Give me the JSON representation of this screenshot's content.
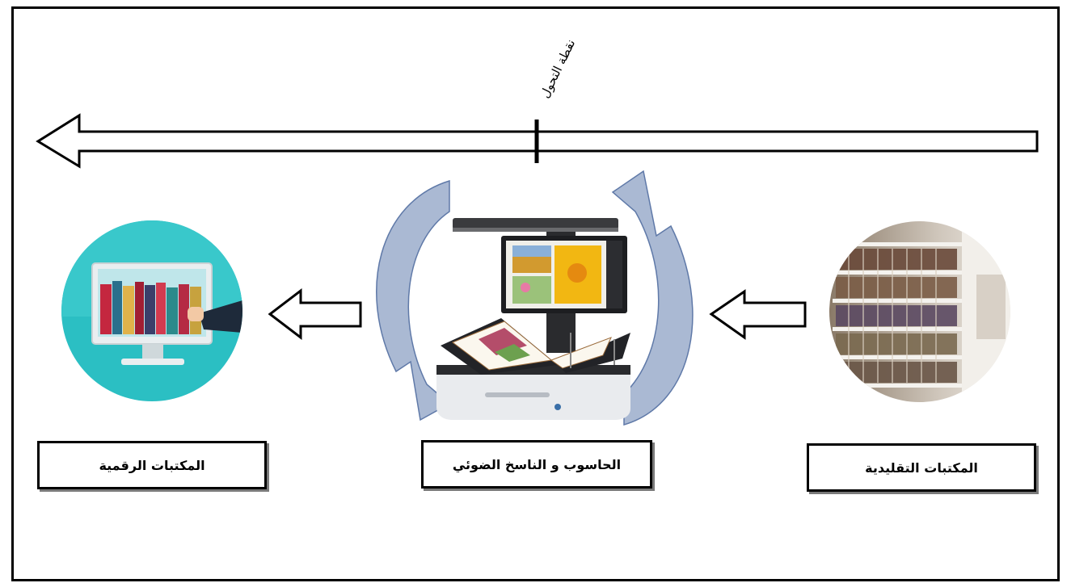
{
  "turning_point_label": "نقطة التحول",
  "stages": {
    "digital": "المكتبات الرقمية",
    "scanner": "الحاسوب و الناسخ الضوئي",
    "traditional": "المكتبات التقليدية"
  },
  "colors": {
    "frame": "#000000",
    "teal_circle": "#2bbfc3",
    "arc_fill": "#aab9d3",
    "arc_stroke": "#5f79a8"
  }
}
